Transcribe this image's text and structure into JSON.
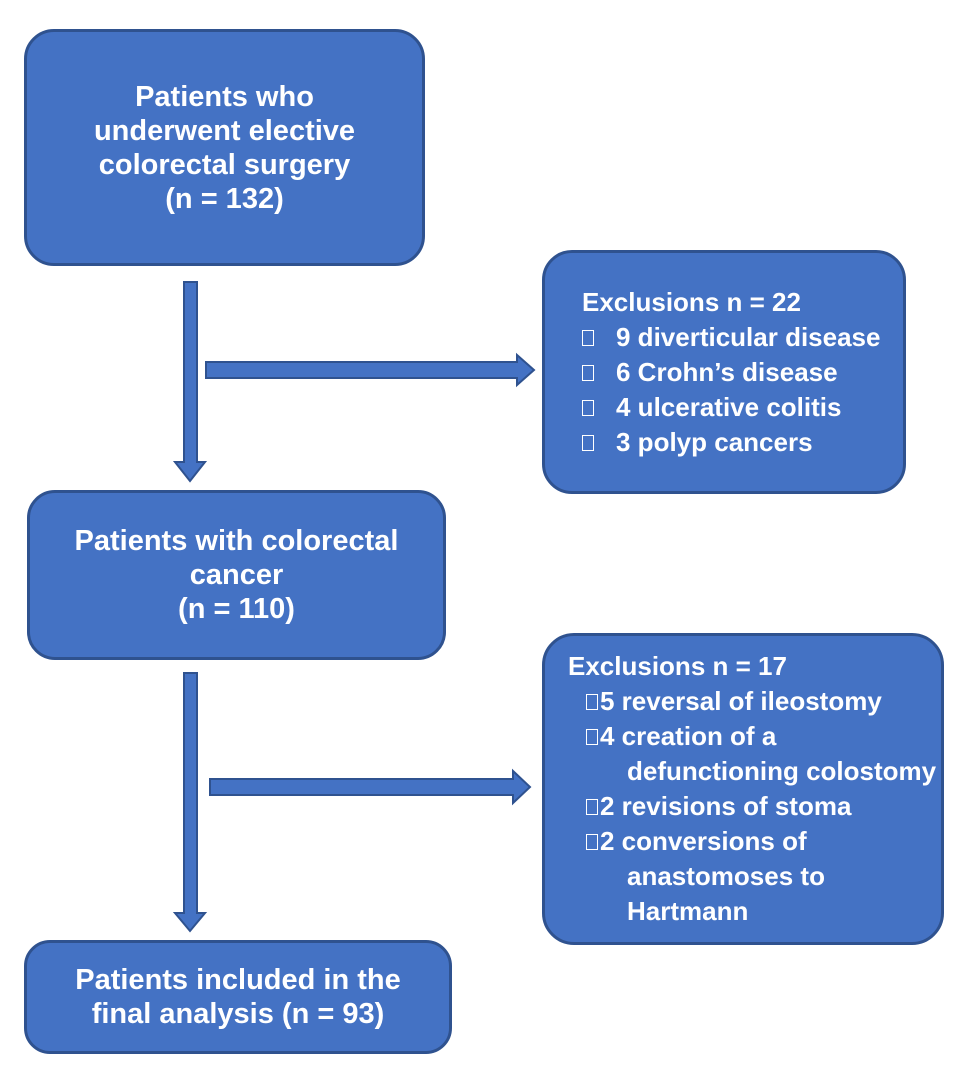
{
  "box1": {
    "lines": [
      "Patients who",
      "underwent elective",
      "colorectal surgery",
      "(n =  132)"
    ]
  },
  "exclusions1": {
    "heading": "Exclusions n = 22",
    "items": [
      "9 diverticular disease",
      "6 Crohn’s disease",
      "4 ulcerative colitis",
      "3 polyp cancers"
    ]
  },
  "box2": {
    "lines": [
      "Patients with colorectal",
      "cancer",
      "(n = 110)"
    ]
  },
  "exclusions2": {
    "heading": "Exclusions n = 17",
    "items": [
      {
        "lines": [
          "5 reversal of ileostomy"
        ]
      },
      {
        "lines": [
          "4 creation of a",
          "defunctioning colostomy"
        ]
      },
      {
        "lines": [
          "2 revisions of stoma"
        ]
      },
      {
        "lines": [
          "2 conversions of",
          "anastomoses to Hartmann"
        ]
      }
    ]
  },
  "box3": {
    "lines": [
      "Patients included in the",
      "final analysis (n = 93)"
    ]
  },
  "colors": {
    "box_fill": "#4472C4",
    "box_border": "#2F528F",
    "text": "#ffffff"
  }
}
